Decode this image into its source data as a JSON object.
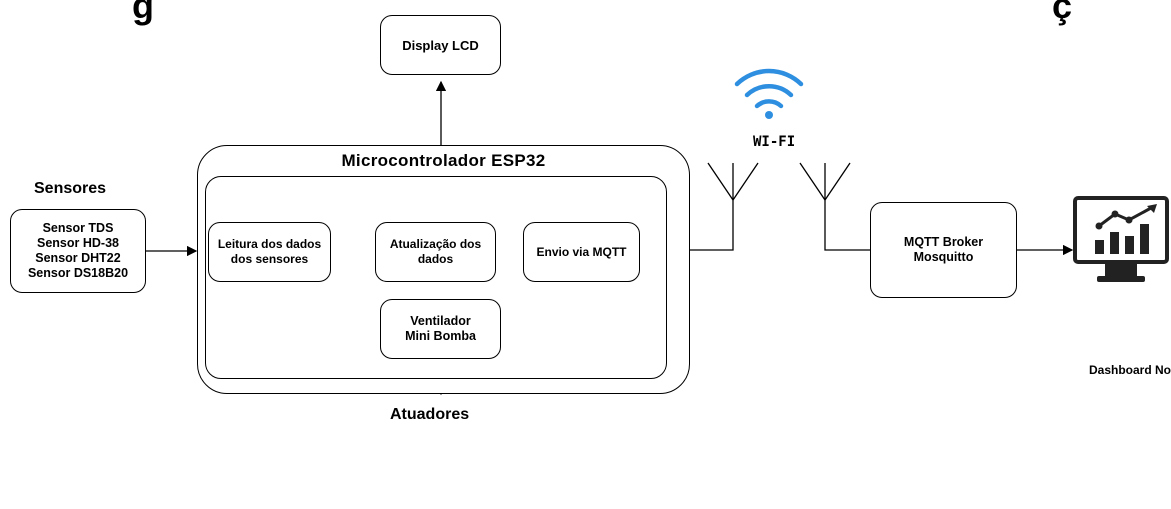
{
  "title_fragments": {
    "left": "g",
    "right": "ç"
  },
  "display": {
    "label": "Display LCD"
  },
  "wifi": {
    "label": "WI-FI"
  },
  "sensors": {
    "heading": "Sensores",
    "items": "Sensor TDS\nSensor HD-38\nSensor DHT22\nSensor DS18B20"
  },
  "mcu": {
    "title": "Microcontrolador ESP32"
  },
  "steps": {
    "read": "Leitura dos dados\ndos sensores",
    "update": "Atualização dos\ndados",
    "send": "Envio via MQTT"
  },
  "broker": {
    "label": "MQTT Broker\nMosquitto"
  },
  "dashboard": {
    "label": "Dashboard\nNode-Red"
  },
  "actuators": {
    "heading": "Atuadores",
    "items": "Ventilador\nMini Bomba"
  },
  "colors": {
    "wifi": "#2e8fe0",
    "line": "#000000"
  },
  "icons": [
    "wifi-icon",
    "antenna-icon",
    "monitor-chart-icon"
  ]
}
